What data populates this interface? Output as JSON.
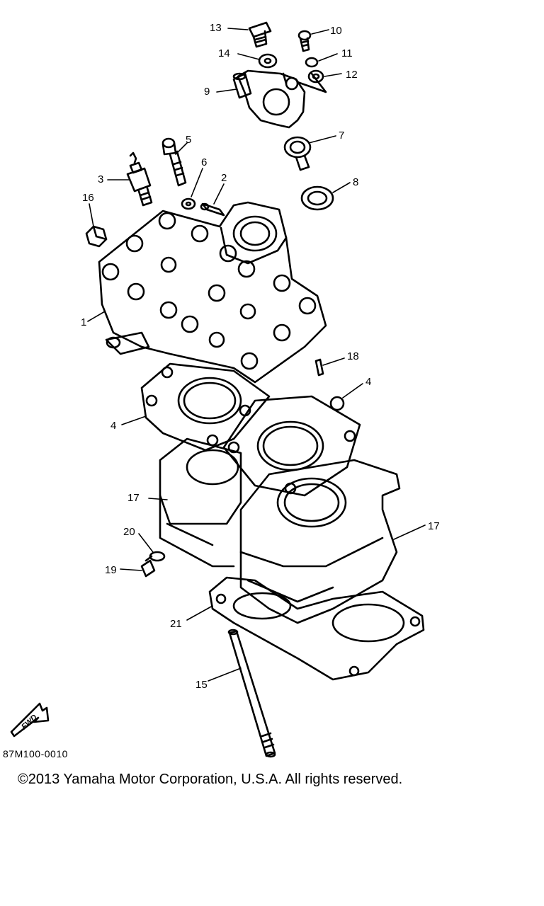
{
  "diagram": {
    "callouts": [
      {
        "id": "13",
        "label": "13"
      },
      {
        "id": "10",
        "label": "10"
      },
      {
        "id": "14",
        "label": "14"
      },
      {
        "id": "11",
        "label": "11"
      },
      {
        "id": "12",
        "label": "12"
      },
      {
        "id": "9",
        "label": "9"
      },
      {
        "id": "7",
        "label": "7"
      },
      {
        "id": "5",
        "label": "5"
      },
      {
        "id": "6",
        "label": "6"
      },
      {
        "id": "3",
        "label": "3"
      },
      {
        "id": "2",
        "label": "2"
      },
      {
        "id": "8",
        "label": "8"
      },
      {
        "id": "16",
        "label": "16"
      },
      {
        "id": "1",
        "label": "1"
      },
      {
        "id": "18",
        "label": "18"
      },
      {
        "id": "4a",
        "label": "4"
      },
      {
        "id": "4b",
        "label": "4"
      },
      {
        "id": "17a",
        "label": "17"
      },
      {
        "id": "17b",
        "label": "17"
      },
      {
        "id": "20",
        "label": "20"
      },
      {
        "id": "19",
        "label": "19"
      },
      {
        "id": "21",
        "label": "21"
      },
      {
        "id": "15",
        "label": "15"
      }
    ],
    "fwd_label": "FWD",
    "drawing_code": "87M100-0010"
  },
  "footer": {
    "copyright": "©2013 Yamaha Motor Corporation, U.S.A. All rights reserved."
  }
}
